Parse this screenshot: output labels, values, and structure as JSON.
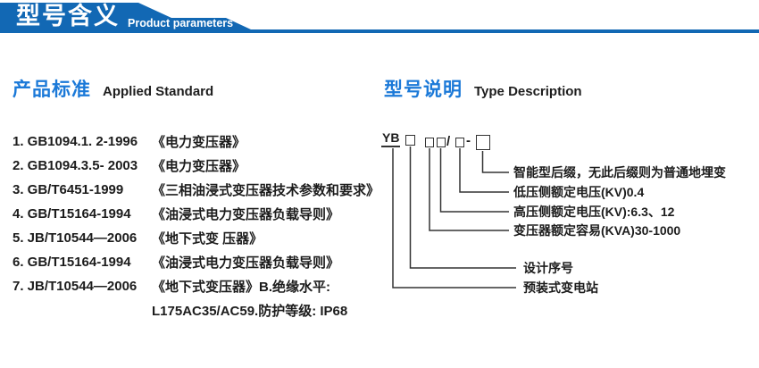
{
  "header": {
    "title": "型号含义",
    "subtitle": "Product parameters"
  },
  "colors": {
    "banner_blue": "#1268b4",
    "heading_blue": "#1b79d8",
    "text": "#1c1c1c",
    "line": "#333333"
  },
  "applied_standard": {
    "title": "产品标准",
    "title_en": "Applied Standard",
    "items": [
      {
        "code": "1. GB1094.1. 2-1996",
        "desc": "《电力变压器》"
      },
      {
        "code": "2. GB1094.3.5- 2003",
        "desc": "《电力变压器》"
      },
      {
        "code": "3. GB/T6451-1999",
        "desc": "《三相油浸式变压器技术参数和要求》"
      },
      {
        "code": "4. GB/T15164-1994",
        "desc": "《油浸式电力变压器负载导则》"
      },
      {
        "code": "5. JB/T10544—2006",
        "desc": "《地下式变 压器》"
      },
      {
        "code": "6. GB/T15164-1994",
        "desc": "《油浸式电力变压器负载导则》"
      },
      {
        "code": "7. JB/T10544—2006",
        "desc": "《地下式变压器》B.绝缘水平:",
        "desc2": "L175AC35/AC59.防护等级: IP68"
      }
    ]
  },
  "type_description": {
    "title": "型号说明",
    "title_en": "Type Description",
    "model": {
      "prefix": "YB",
      "slash": "/",
      "dash": "-"
    },
    "labels": [
      "智能型后缀，无此后缀则为普通地埋变",
      "低压侧额定电压(KV)0.4",
      "高压侧额定电压(KV):6.3、12",
      "变压器额定容易(KVA)30-1000",
      "设计序号",
      "预装式变电站"
    ]
  }
}
